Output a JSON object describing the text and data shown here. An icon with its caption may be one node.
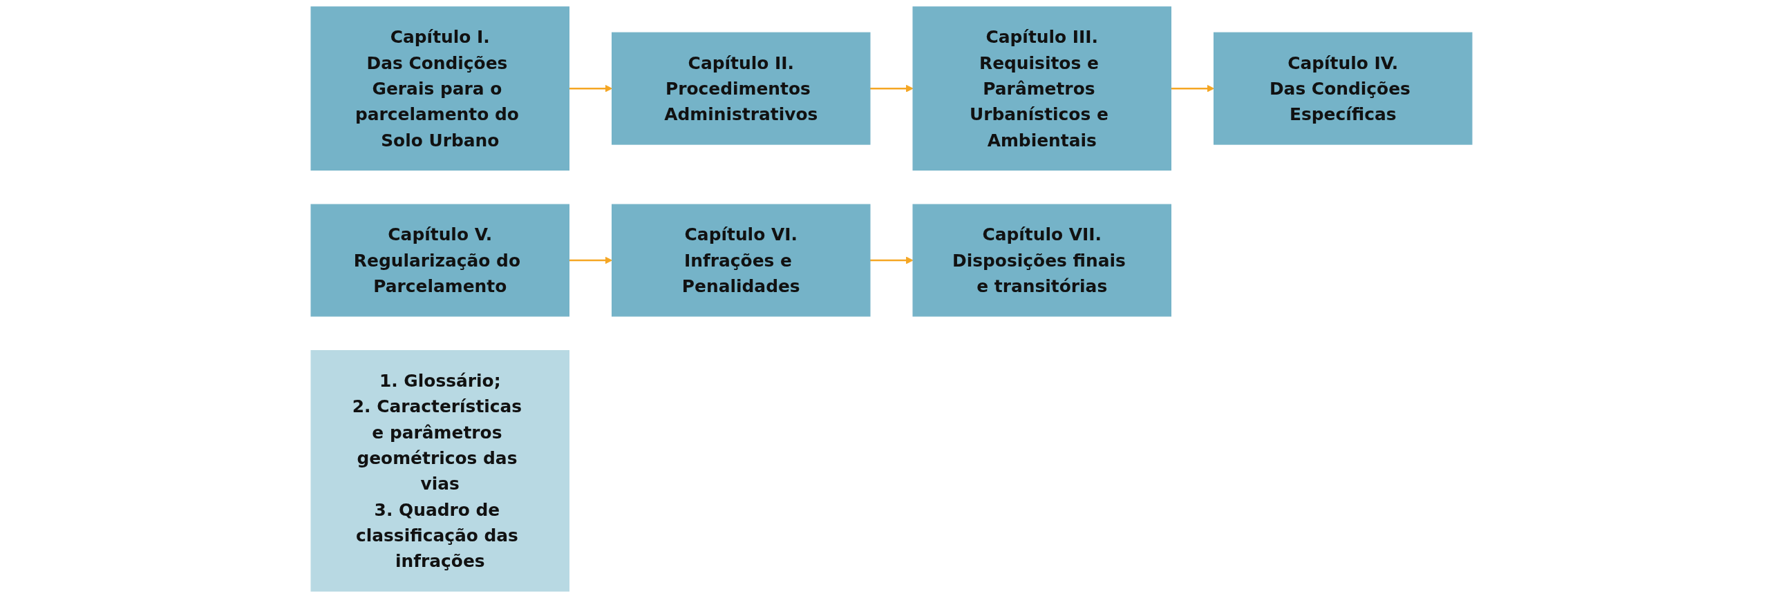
{
  "diagram": {
    "nodes": [
      {
        "text": [
          "Capítulo I.",
          "Das Condições Gerais para o parcelamento do Solo Urbano"
        ]
      },
      {
        "text": [
          "Capítulo II.",
          "Procedimentos Administrativos"
        ]
      },
      {
        "text": [
          "Capítulo III.",
          "Requisitos e Parâmetros Urbanísticos e Ambientais"
        ]
      },
      {
        "text": [
          "Capítulo IV.",
          "Das Condições Específicas"
        ]
      },
      {
        "text": [
          "Capítulo V.",
          "Regularização do Parcelamento"
        ]
      },
      {
        "text": [
          "Capítulo VI.",
          "Infrações e Penalidades"
        ]
      },
      {
        "text": [
          "Capítulo VII.",
          "Disposições finais e transitórias"
        ]
      },
      {
        "text": [
          "1. Glossário;",
          "2. Características e parâmetros geométricos das vias",
          "3. Quadro de classificação das infrações"
        ]
      }
    ],
    "edges": [
      {
        "from": 0,
        "to": 1,
        "arrow": "to"
      },
      {
        "from": 1,
        "to": 2,
        "arrow": "to"
      },
      {
        "from": 2,
        "to": 3,
        "arrow": "to"
      },
      {
        "from": 4,
        "to": 5,
        "arrow": "to"
      },
      {
        "from": 5,
        "to": 6,
        "arrow": "to"
      }
    ]
  }
}
